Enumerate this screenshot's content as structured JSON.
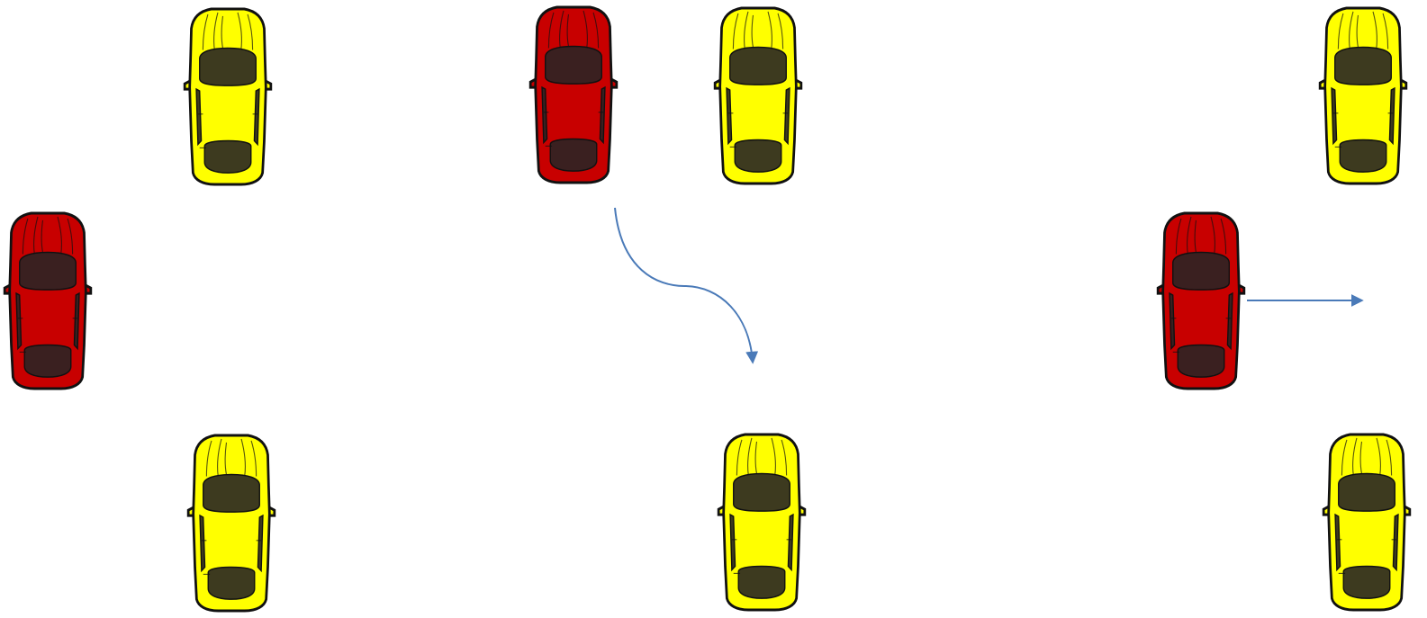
{
  "colors": {
    "background": "#ffffff",
    "car_yellow": "#ffff00",
    "car_red": "#c80000",
    "car_outline": "#111111",
    "glass_on_yellow": "#3d3a1f",
    "glass_on_red": "#3a2020",
    "arrow": "#4a7ab8"
  },
  "cars": [
    {
      "id": "yellow-car-1",
      "color": "yellow"
    },
    {
      "id": "red-car-1",
      "color": "red"
    },
    {
      "id": "yellow-car-2",
      "color": "yellow"
    },
    {
      "id": "yellow-car-3",
      "color": "yellow"
    },
    {
      "id": "red-car-2",
      "color": "red"
    },
    {
      "id": "red-car-3",
      "color": "red"
    },
    {
      "id": "yellow-car-4",
      "color": "yellow"
    },
    {
      "id": "yellow-car-5",
      "color": "yellow"
    },
    {
      "id": "yellow-car-6",
      "color": "yellow"
    }
  ],
  "arrows": [
    {
      "id": "curved-arrow",
      "style": "curved",
      "from": "red-car-1"
    },
    {
      "id": "straight-arrow",
      "style": "straight",
      "from": "red-car-3"
    }
  ]
}
